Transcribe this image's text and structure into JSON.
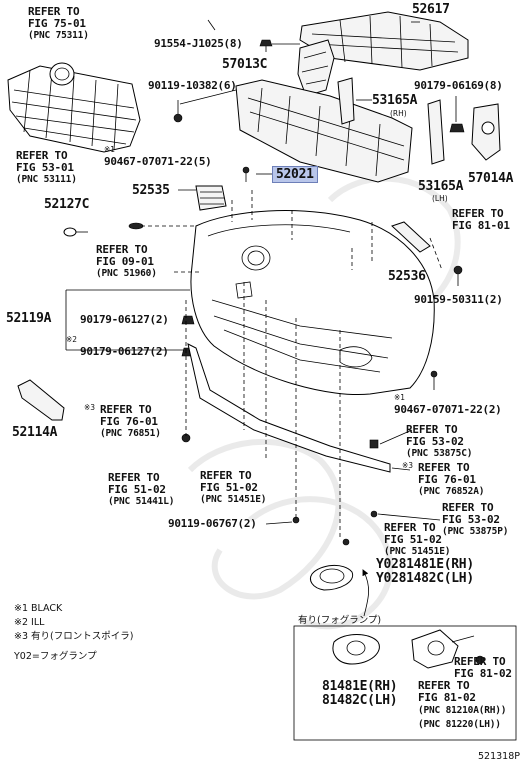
{
  "diagram_code": "521318P",
  "parts": {
    "p52617": "52617",
    "p91554": "91554-J1025(8)",
    "p57013C": "57013C",
    "p90119a": "90119-10382(6)",
    "p53165A": "53165A",
    "rh": "(RH)",
    "p90179a": "90179-06169(8)",
    "p90467a": "90467-07071-22(5)",
    "p52021": "52021",
    "p53165A_lh": "53165A",
    "lh": "(LH)",
    "p57014A": "57014A",
    "p52535": "52535",
    "p52127C": "52127C",
    "p52536": "52536",
    "p90159": "90159-50311(2)",
    "p52119A": "52119A",
    "p90179b": "90179-06127(2)",
    "p90179c": "90179-06127(2)",
    "p52114A": "52114A",
    "p90467b": "90467-07071-22(2)",
    "p90119b": "90119-06767(2)",
    "pY1": "Y0281481E(RH)",
    "pY2": "Y0281482C(LH)",
    "p81481E": "81481E(RH)",
    "p81482C": "81482C(LH)"
  },
  "marks": {
    "m1": "※1",
    "m2": "※2",
    "m3": "※3"
  },
  "refs": {
    "r7501": {
      "text": "REFER TO\nFIG 75-01",
      "pnc": "(PNC 75311)"
    },
    "r5301": {
      "text": "REFER TO\nFIG 53-01",
      "pnc": "(PNC 53111)"
    },
    "r8101": {
      "text": "REFER TO\nFIG 81-01",
      "pnc": ""
    },
    "r0901": {
      "text": "REFER TO\nFIG 09-01",
      "pnc": "(PNC 51960)"
    },
    "r7601a": {
      "text": "REFER TO\nFIG 76-01",
      "pnc": "(PNC 76851)"
    },
    "r5302a": {
      "text": "REFER TO\nFIG 53-02",
      "pnc": "(PNC 53875C)"
    },
    "r7601b": {
      "text": "REFER TO\nFIG 76-01",
      "pnc": "(PNC 76852A)"
    },
    "r5102a": {
      "text": "REFER TO\nFIG 51-02",
      "pnc": "(PNC 51441L)"
    },
    "r5102b": {
      "text": "REFER TO\nFIG 51-02",
      "pnc": "(PNC 51451E)"
    },
    "r5302b": {
      "text": "REFER TO\nFIG 53-02",
      "pnc": "(PNC 53875P)"
    },
    "r5102c": {
      "text": "REFER TO\nFIG 51-02",
      "pnc": "(PNC 51451E)"
    },
    "r8102a": {
      "text": "REFER TO\nFIG 81-02",
      "pnc": ""
    },
    "r8102b": {
      "text": "REFER TO\nFIG 81-02",
      "pnc": "(PNC 81210A(RH))\n(PNC 81220(LH))"
    }
  },
  "legend": {
    "l1": "※1 BLACK",
    "l2": "※2 ILL",
    "l3": "※3 有り(フロントスポイラ)",
    "l4": "Y02=フォグランプ"
  },
  "fog_box_title": "有り(フォグランプ)",
  "colors": {
    "highlight": "#b9c6ea",
    "line": "#000000"
  }
}
